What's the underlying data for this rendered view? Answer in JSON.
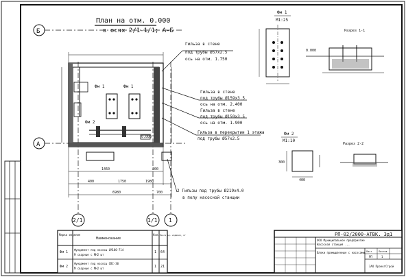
{
  "drawing": {
    "plan_title": "План на отм. 0.000",
    "plan_subtitle": "в осях 2/1-1/1; А-Б",
    "axes": {
      "b": "Б",
      "a": "А",
      "c21": "2/1",
      "c11": "1/1",
      "c1": "1"
    },
    "callouts": [
      {
        "line1": "Гильза в стене",
        "line2": "под трубы Ø57х2.5",
        "line3": "ось на отм. 1.750"
      },
      {
        "line1": "Гильза в стене",
        "line2": "под трубы Ø159х3.5",
        "line3": "ось на отм. 2.400"
      },
      {
        "line1": "Гильза в стене",
        "line2": "под трубы Ø159х3.5",
        "line3": "ось на отм. 1.900"
      },
      {
        "line1": "Гильза в перекрытии 1 этажа",
        "line2": "под трубы Ø57х2.5",
        "line3": ""
      },
      {
        "line1": "2 Гильзы под трубы Ø219х4.0",
        "line2": "в полу насосной станции",
        "line3": ""
      }
    ],
    "plan_labels": {
      "fm1a": "Фм 1",
      "fm1b": "Фм 1",
      "fm2": "Фм 2",
      "elev": "0.000"
    },
    "dims": {
      "d1": "1460",
      "d2": "200",
      "d3": "400",
      "d4": "1750",
      "d5": "1980",
      "d6": "6980",
      "d7": "700"
    },
    "fm1": {
      "title": "Фм 1",
      "sub": "М1:25"
    },
    "fm2": {
      "title": "Фм 2",
      "sub": "М1:10",
      "dim1": "400",
      "dim2": "300"
    },
    "section11": {
      "title": "Разрез 1-1",
      "mark": "0.000"
    },
    "section22": {
      "title": "Разрез 2-2"
    },
    "spec": {
      "headers": [
        "Марка изделия",
        "Наименование",
        "Кол.",
        "Масса ед. изделия, кг"
      ],
      "rows": [
        {
          "mark": "Фм 1",
          "name": "Фундамент под насосы LM100-714",
          "name2": "М сварные с МН2 шт",
          "qty": "1",
          "mass": "64"
        },
        {
          "mark": "Фм 2",
          "name": "Фундамент под насосы СВС-30",
          "name2": "М сварные с МН2 шт",
          "qty": "1",
          "mass": "21"
        }
      ]
    },
    "titleblock": {
      "code": "РП-02/2000-АТВК. 3д1",
      "desc1": "ООО Муниципальное предприятие",
      "desc2": "Насосная станция ...",
      "desc3": "Блоки промышленные с насосами",
      "sheet_label": "Лист",
      "sheets_label": "Листов",
      "stage": "РП",
      "sheet": "1",
      "firm": "ЗАО ПроектСтрой"
    }
  }
}
